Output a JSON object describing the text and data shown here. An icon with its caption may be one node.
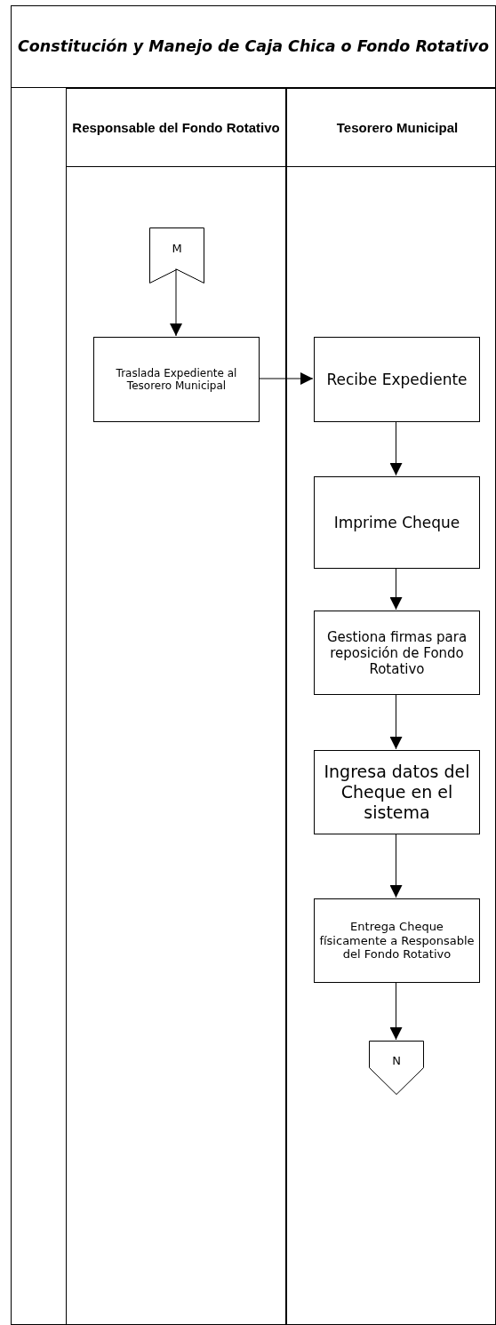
{
  "diagram": {
    "title": "Constitución y Manejo de Caja Chica o Fondo Rotativo",
    "nodes": [
      {
        "text": [
          "Responsable del Fondo Rotativo"
        ]
      },
      {
        "text": [
          "Tesorero Municipal"
        ]
      },
      {
        "text": [
          "M"
        ],
        "in": 0
      },
      {
        "text": [
          "Traslada Expediente al Tesorero Municipal"
        ],
        "in": 0
      },
      {
        "text": [
          "Recibe Expediente"
        ],
        "in": 1
      },
      {
        "text": [
          "Imprime Cheque"
        ],
        "in": 1
      },
      {
        "text": [
          "Gestiona firmas para reposición de Fondo Rotativo"
        ],
        "in": 1
      },
      {
        "text": [
          "Ingresa datos del Cheque en el sistema"
        ],
        "in": 1
      },
      {
        "text": [
          "Entrega Cheque físicamente a Responsable del Fondo Rotativo"
        ],
        "in": 1
      },
      {
        "text": [
          "N"
        ],
        "in": 1
      }
    ],
    "edges": [
      {
        "from": 2,
        "to": 3,
        "arrow": "to"
      },
      {
        "from": 3,
        "to": 4,
        "arrow": "to"
      },
      {
        "from": 4,
        "to": 5,
        "arrow": "to"
      },
      {
        "from": 5,
        "to": 6,
        "arrow": "to"
      },
      {
        "from": 6,
        "to": 7,
        "arrow": "to"
      },
      {
        "from": 7,
        "to": 8,
        "arrow": "to"
      },
      {
        "from": 8,
        "to": 9,
        "arrow": "to"
      }
    ]
  }
}
